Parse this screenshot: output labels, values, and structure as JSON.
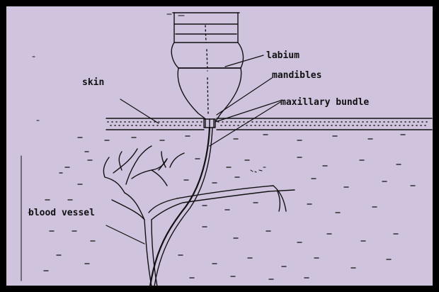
{
  "diagram": {
    "labels": {
      "labium": "labium",
      "mandibles": "mandibles",
      "maxillary_bundle": "maxillary bundle",
      "skin": "skin",
      "blood_vessel": "blood vessel"
    },
    "colors": {
      "background": "#cfc3de",
      "frame": "#000000",
      "ink": "#111111"
    }
  }
}
